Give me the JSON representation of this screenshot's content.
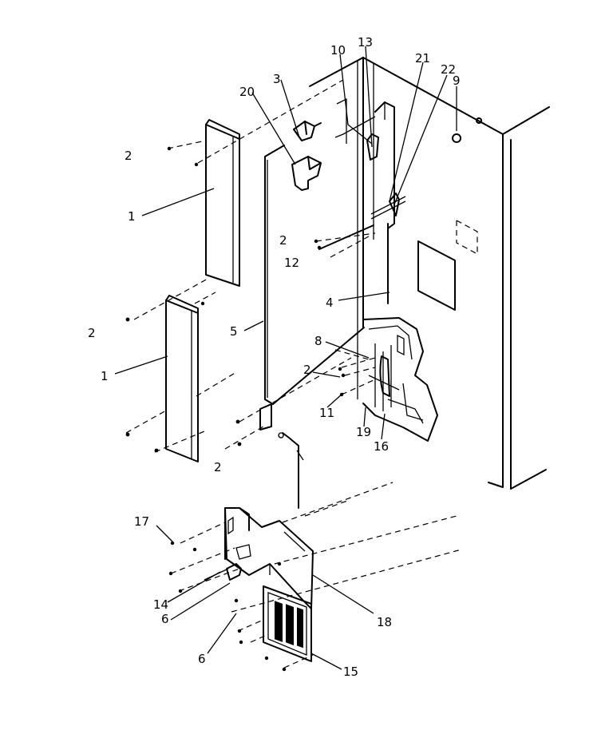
{
  "callouts": [
    {
      "key": "c1a",
      "text": "1"
    },
    {
      "key": "c1b",
      "text": "1"
    },
    {
      "key": "c2a",
      "text": "2"
    },
    {
      "key": "c2b",
      "text": "2"
    },
    {
      "key": "c2c",
      "text": "2"
    },
    {
      "key": "c2d",
      "text": "2"
    },
    {
      "key": "c2e",
      "text": "2"
    },
    {
      "key": "c3",
      "text": "3"
    },
    {
      "key": "c4",
      "text": "4"
    },
    {
      "key": "c5",
      "text": "5"
    },
    {
      "key": "c6a",
      "text": "6"
    },
    {
      "key": "c6b",
      "text": "6"
    },
    {
      "key": "c8",
      "text": "8"
    },
    {
      "key": "c9",
      "text": "9"
    },
    {
      "key": "c10",
      "text": "10"
    },
    {
      "key": "c11",
      "text": "11"
    },
    {
      "key": "c12",
      "text": "12"
    },
    {
      "key": "c13",
      "text": "13"
    },
    {
      "key": "c14",
      "text": "14"
    },
    {
      "key": "c15",
      "text": "15"
    },
    {
      "key": "c16",
      "text": "16"
    },
    {
      "key": "c17",
      "text": "17"
    },
    {
      "key": "c18",
      "text": "18"
    },
    {
      "key": "c19",
      "text": "19"
    },
    {
      "key": "c20",
      "text": "20"
    },
    {
      "key": "c21",
      "text": "21"
    },
    {
      "key": "c22",
      "text": "22"
    }
  ]
}
